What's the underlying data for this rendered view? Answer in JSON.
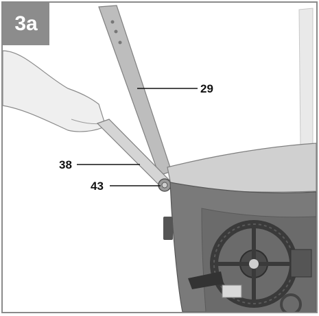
{
  "figure": {
    "label": "3a",
    "callouts": [
      {
        "id": "c29",
        "text": "29"
      },
      {
        "id": "c38",
        "text": "38"
      },
      {
        "id": "c43",
        "text": "43"
      }
    ]
  },
  "colors": {
    "badge_bg": "#8c8c8c",
    "border": "#8a8a8a",
    "housing": "#777777",
    "leg": "#b9b9b9"
  }
}
